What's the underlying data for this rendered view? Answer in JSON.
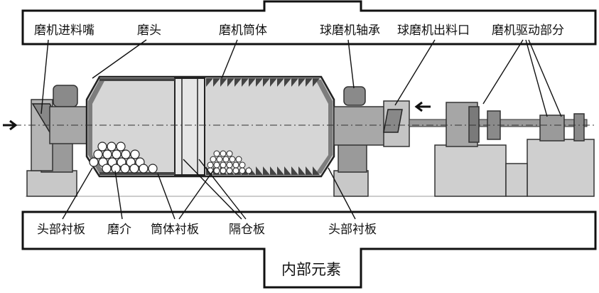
{
  "labels": {
    "top": {
      "feed_chute": "磨机进料嘴",
      "mill_head": "磨头",
      "mill_shell": "磨机筒体",
      "bearing": "球磨机轴承",
      "discharge": "球磨机出料口",
      "drive": "磨机驱动部分"
    },
    "bottom": {
      "head_liner_left": "头部衬板",
      "grinding_media": "磨介",
      "shell_liner": "筒体衬板",
      "diaphragm": "隔仓板",
      "head_liner_right": "头部衬板"
    },
    "footer_title": "内部元素"
  },
  "colors": {
    "frame": "#111111",
    "body_fill": "#dcdcdc",
    "metal": "#bdbdbd",
    "dark_metal": "#7a7a7a"
  }
}
